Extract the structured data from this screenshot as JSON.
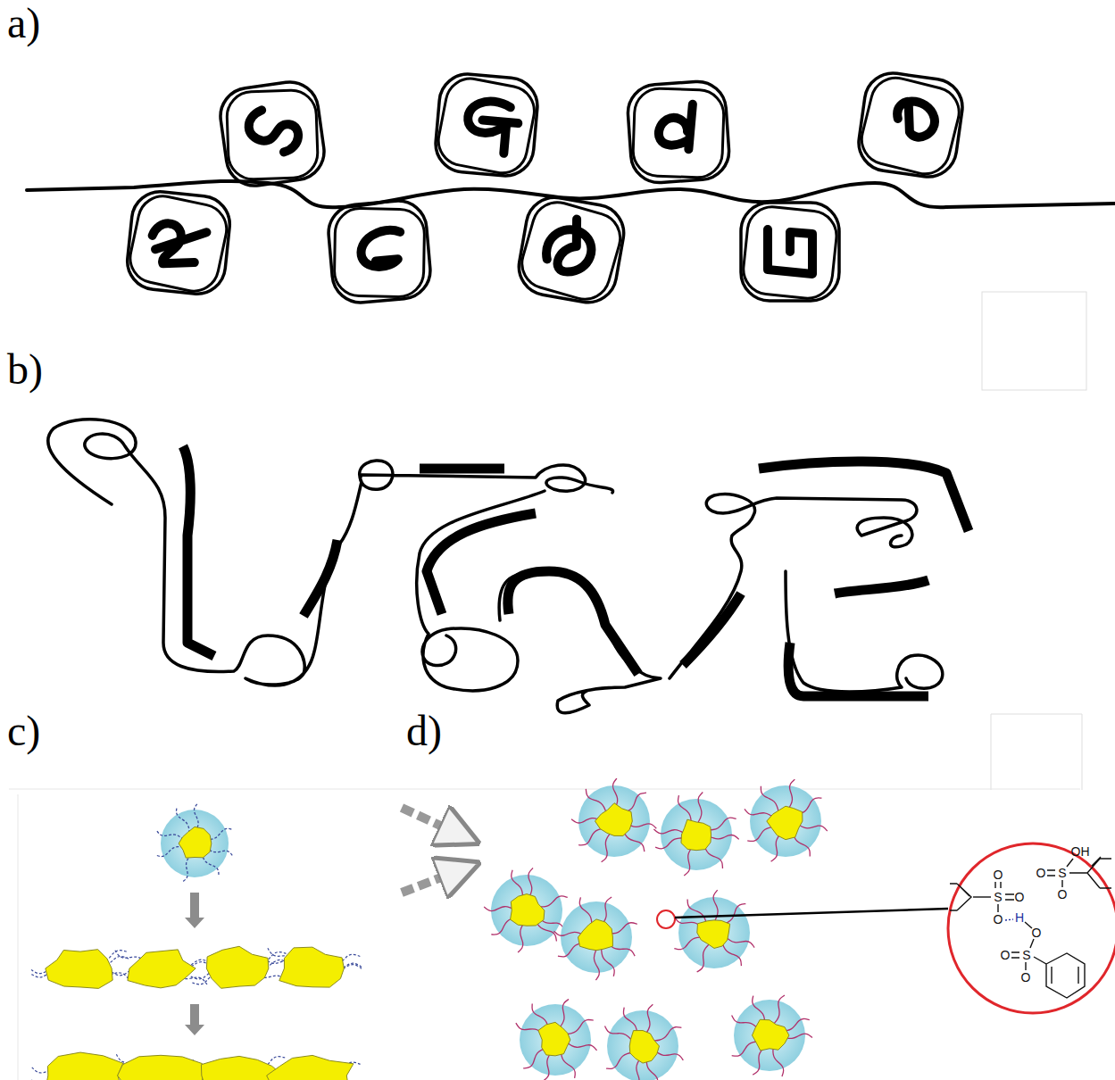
{
  "diagram": {
    "labels": [
      "a)",
      "b)",
      "c)",
      "d)",
      "O",
      "S",
      "O",
      "O",
      "H",
      "O",
      "S",
      "OH",
      "O",
      "O",
      "O",
      "S",
      "O"
    ]
  }
}
